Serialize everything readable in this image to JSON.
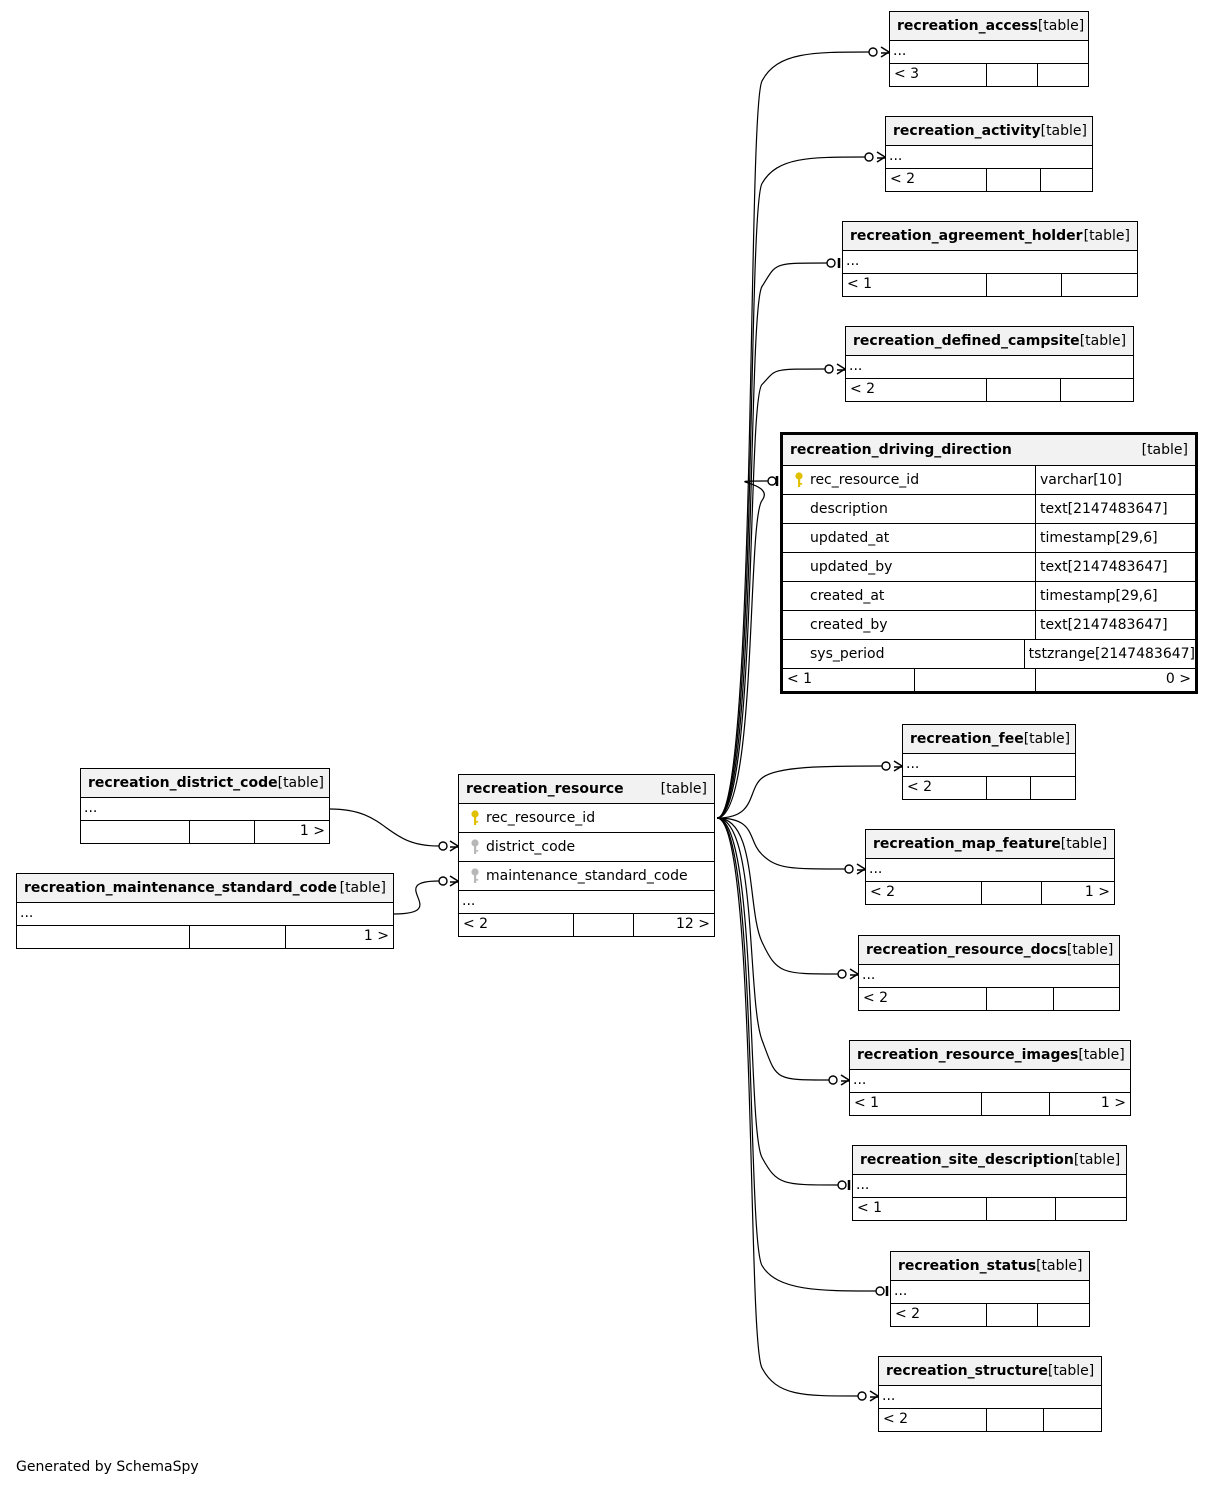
{
  "tables": {
    "recreation_access": {
      "name": "recreation_access",
      "type": "[table]",
      "ellipsis": "...",
      "parents": "< 3",
      "children": ""
    },
    "recreation_activity": {
      "name": "recreation_activity",
      "type": "[table]",
      "ellipsis": "...",
      "parents": "< 2",
      "children": ""
    },
    "recreation_agreement_holder": {
      "name": "recreation_agreement_holder",
      "type": "[table]",
      "ellipsis": "...",
      "parents": "< 1",
      "children": ""
    },
    "recreation_defined_campsite": {
      "name": "recreation_defined_campsite",
      "type": "[table]",
      "ellipsis": "...",
      "parents": "< 2",
      "children": ""
    },
    "recreation_driving_direction": {
      "name": "recreation_driving_direction",
      "type": "[table]",
      "columns": [
        {
          "name": "rec_resource_id",
          "type": "varchar[10]",
          "key": "primary"
        },
        {
          "name": "description",
          "type": "text[2147483647]",
          "key": ""
        },
        {
          "name": "updated_at",
          "type": "timestamp[29,6]",
          "key": ""
        },
        {
          "name": "updated_by",
          "type": "text[2147483647]",
          "key": ""
        },
        {
          "name": "created_at",
          "type": "timestamp[29,6]",
          "key": ""
        },
        {
          "name": "created_by",
          "type": "text[2147483647]",
          "key": ""
        },
        {
          "name": "sys_period",
          "type": "tstzrange[2147483647]",
          "key": ""
        }
      ],
      "parents": "< 1",
      "children": "0 >"
    },
    "recreation_fee": {
      "name": "recreation_fee",
      "type": "[table]",
      "ellipsis": "...",
      "parents": "< 2",
      "children": ""
    },
    "recreation_map_feature": {
      "name": "recreation_map_feature",
      "type": "[table]",
      "ellipsis": "...",
      "parents": "< 2",
      "children": "1 >"
    },
    "recreation_resource_docs": {
      "name": "recreation_resource_docs",
      "type": "[table]",
      "ellipsis": "...",
      "parents": "< 2",
      "children": ""
    },
    "recreation_resource_images": {
      "name": "recreation_resource_images",
      "type": "[table]",
      "ellipsis": "...",
      "parents": "< 1",
      "children": "1 >"
    },
    "recreation_site_description": {
      "name": "recreation_site_description",
      "type": "[table]",
      "ellipsis": "...",
      "parents": "< 1",
      "children": ""
    },
    "recreation_status": {
      "name": "recreation_status",
      "type": "[table]",
      "ellipsis": "...",
      "parents": "< 2",
      "children": ""
    },
    "recreation_structure": {
      "name": "recreation_structure",
      "type": "[table]",
      "ellipsis": "...",
      "parents": "< 2",
      "children": ""
    },
    "recreation_district_code": {
      "name": "recreation_district_code",
      "type": "[table]",
      "ellipsis": "...",
      "parents": "",
      "children": "1 >"
    },
    "recreation_maintenance_standard_code": {
      "name": "recreation_maintenance_standard_code",
      "type": "[table]",
      "ellipsis": "...",
      "parents": "",
      "children": "1 >"
    },
    "recreation_resource": {
      "name": "recreation_resource",
      "type": "[table]",
      "columns": [
        {
          "name": "rec_resource_id",
          "key": "primary"
        },
        {
          "name": "district_code",
          "key": "foreign"
        },
        {
          "name": "maintenance_standard_code",
          "key": "foreign"
        }
      ],
      "ellipsis": "...",
      "parents": "< 2",
      "children": "12 >"
    }
  },
  "colors": {
    "primary_key": "#e0c000",
    "foreign_key": "#b8b8b8",
    "header_bg": "#f2f2f2",
    "line": "#000000"
  },
  "footer": {
    "text": "Generated by SchemaSpy"
  }
}
